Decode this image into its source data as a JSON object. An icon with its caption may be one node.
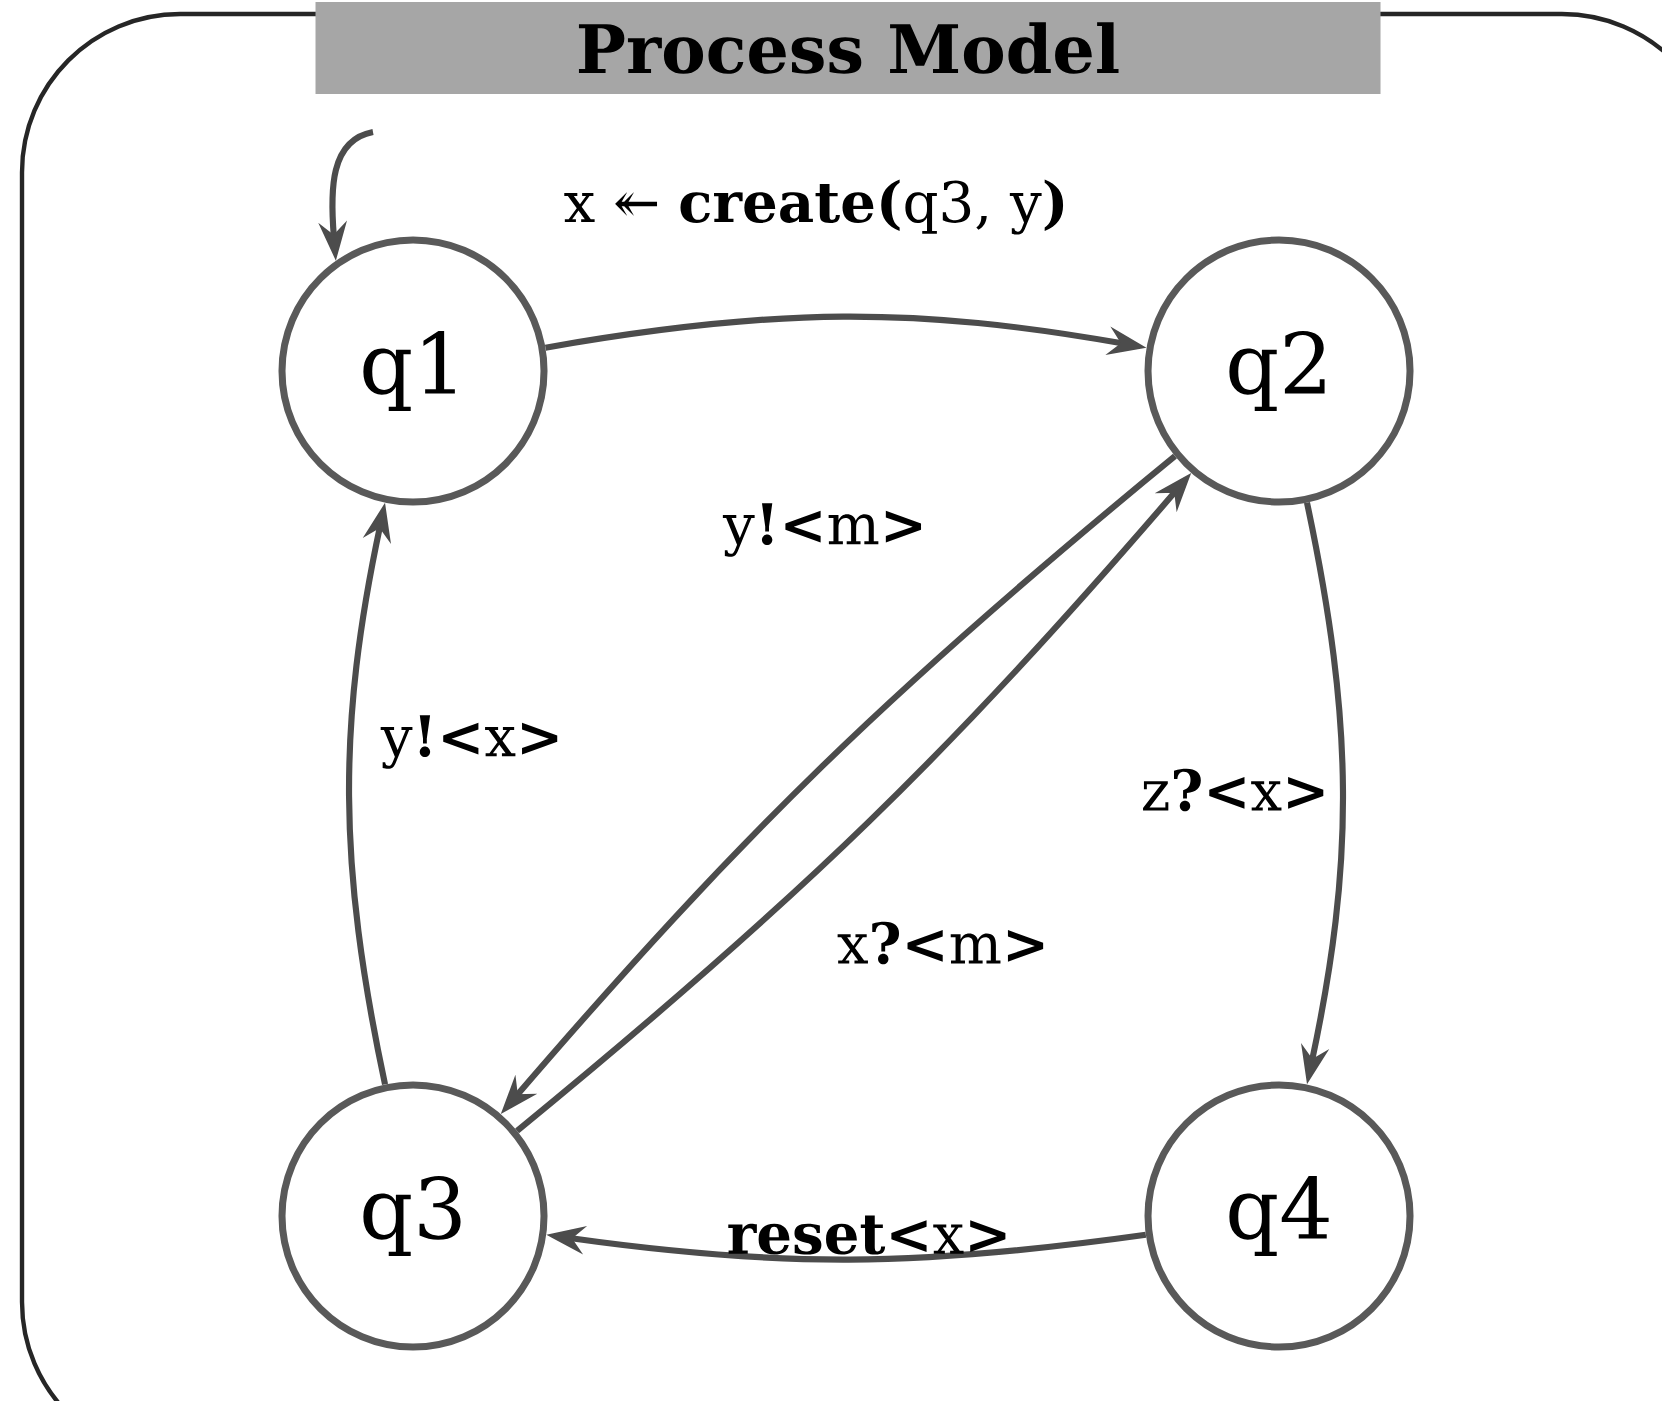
{
  "diagram": {
    "title": "Process Model",
    "nodes": [
      {
        "text": [
          "q1"
        ]
      },
      {
        "text": [
          "q2"
        ]
      },
      {
        "text": [
          "q3"
        ]
      },
      {
        "text": [
          "q4"
        ]
      }
    ],
    "edges": [
      {
        "from": null,
        "to": 0,
        "arrow": "to"
      },
      {
        "from": 0,
        "to": 1,
        "arrow": "to",
        "label": "x ↞ **create(**q3, y**)**"
      },
      {
        "from": 1,
        "to": 2,
        "arrow": "to",
        "label": "y**!<**m**>**"
      },
      {
        "from": 2,
        "to": 1,
        "arrow": "to",
        "label": "x**?<**m**>**"
      },
      {
        "from": 2,
        "to": 0,
        "arrow": "to",
        "label": "y**!<**x**>**"
      },
      {
        "from": 1,
        "to": 3,
        "arrow": "to",
        "label": "z**?<**x**>**"
      },
      {
        "from": 3,
        "to": 2,
        "arrow": "to",
        "label": "**reset<**x**>**"
      }
    ]
  }
}
